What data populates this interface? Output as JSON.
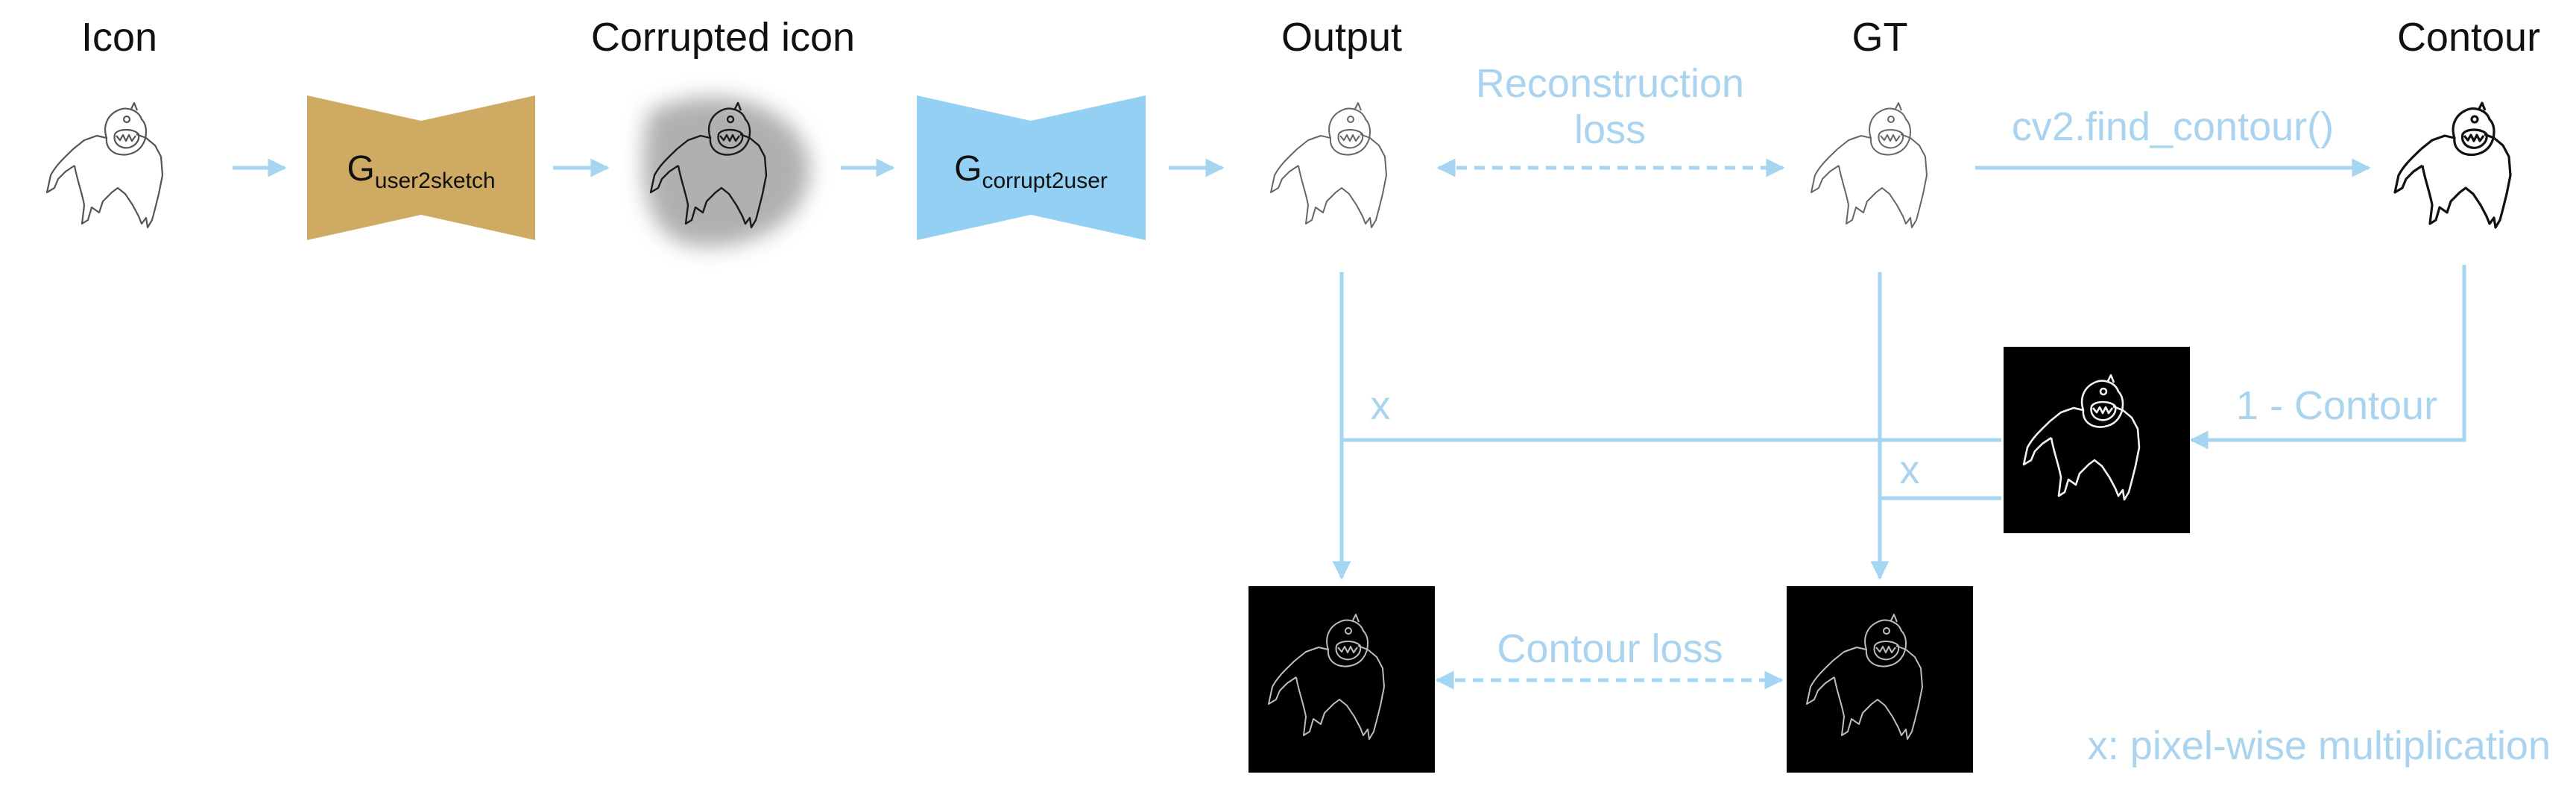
{
  "colors": {
    "arrow": "#a6d5f2",
    "text_blue": "#a9d3ee",
    "generator_user2sketch": "#cfaa63",
    "generator_corrupt2user": "#93d0f3",
    "text_black": "#111111",
    "mask_background": "#000000"
  },
  "columns": {
    "icon": "Icon",
    "corrupted_icon": "Corrupted icon",
    "output": "Output",
    "gt": "GT",
    "contour": "Contour"
  },
  "generators": {
    "user2sketch": {
      "main": "G",
      "sub": "user2sketch"
    },
    "corrupt2user": {
      "main": "G",
      "sub": "corrupt2user"
    }
  },
  "labels": {
    "reconstruction_loss_line1": "Reconstruction",
    "reconstruction_loss_line2": "loss",
    "find_contour": "cv2.find_contour()",
    "one_minus_contour": "1 - Contour",
    "mult_output": "x",
    "mult_gt": "x",
    "contour_loss": "Contour loss",
    "legend": "x: pixel-wise multiplication"
  },
  "icons": {
    "sketch_icon": "monster-sketch-icon",
    "corrupted_sketch": "blurred-monster-sketch-icon",
    "mask_image": "inverted-contour-mask-icon"
  }
}
